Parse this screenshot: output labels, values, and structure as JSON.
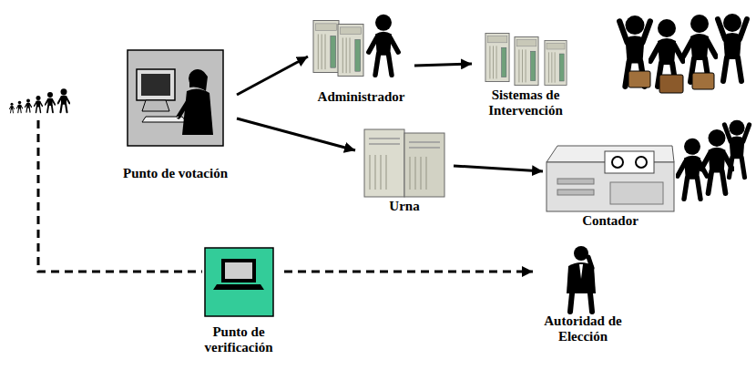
{
  "diagram": {
    "nodes": [
      {
        "text": [
          "Punto de votación"
        ]
      },
      {
        "text": [
          "Administrador"
        ]
      },
      {
        "text": [
          "Sistemas de Intervención"
        ]
      },
      {
        "text": [
          "Urna"
        ]
      },
      {
        "text": [
          "Contador"
        ]
      },
      {
        "text": [
          "Punto de verificación"
        ]
      },
      {
        "text": [
          "Autoridad de Elección"
        ]
      }
    ],
    "edges": [
      {
        "from": 0,
        "to": 1,
        "arrow": "to"
      },
      {
        "from": 1,
        "to": 2,
        "arrow": "to"
      },
      {
        "from": 0,
        "to": 3,
        "arrow": "to"
      },
      {
        "from": 3,
        "to": 4,
        "arrow": "to"
      },
      {
        "from": 5,
        "to": 6,
        "arrow": "to"
      }
    ]
  }
}
